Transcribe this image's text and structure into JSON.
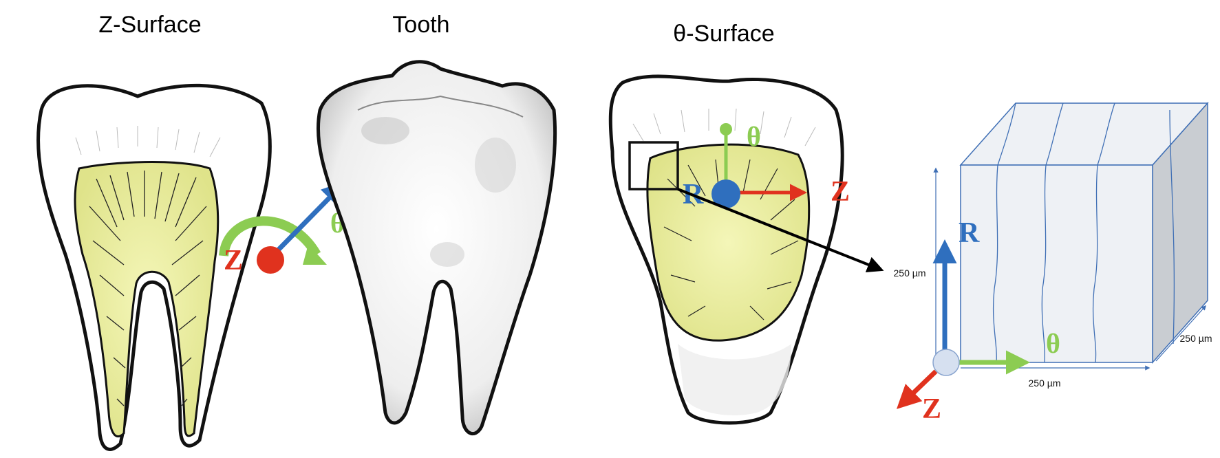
{
  "titles": {
    "z_surface": "Z-Surface",
    "tooth": "Tooth",
    "theta_surface": "θ-Surface"
  },
  "axes": {
    "r": "R",
    "theta": "θ",
    "z": "Z"
  },
  "dimensions": {
    "height": "250 µm",
    "width": "250 µm",
    "depth": "250 µm"
  },
  "colors": {
    "r_axis": "#2f6fbe",
    "theta_axis": "#8ccc52",
    "z_axis": "#e0321e",
    "pulp": "#eef0a8",
    "cube_front": "#eef1f5",
    "cube_side": "#c9cdd2",
    "cube_edge": "#3f6fb5"
  }
}
